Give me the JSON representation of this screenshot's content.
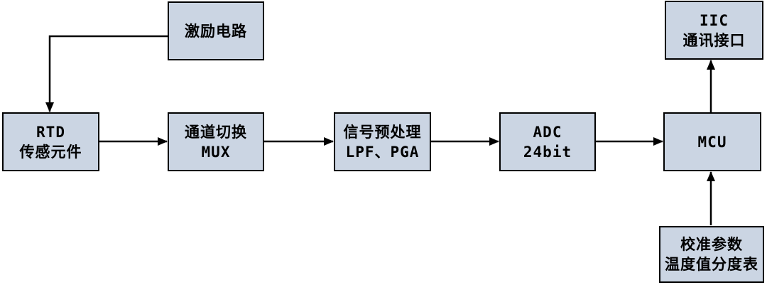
{
  "diagram": {
    "type": "block-diagram",
    "description": "RTD temperature measurement signal chain",
    "colors": {
      "background": "#ffffff",
      "block_fill": "#cbd5e3",
      "block_border": "#000000",
      "connector": "#000000"
    },
    "blocks": [
      {
        "id": "excitation-circuit",
        "lines": [
          "激励电路"
        ]
      },
      {
        "id": "rtd-sensor",
        "lines": [
          "RTD",
          "传感元件"
        ]
      },
      {
        "id": "channel-mux",
        "lines": [
          "通道切换",
          "MUX"
        ]
      },
      {
        "id": "signal-preprocess",
        "lines": [
          "信号预处理",
          "LPF、PGA"
        ]
      },
      {
        "id": "adc",
        "lines": [
          "ADC",
          "24bit"
        ]
      },
      {
        "id": "mcu",
        "lines": [
          "MCU"
        ]
      },
      {
        "id": "iic-interface",
        "lines": [
          "IIC",
          "通讯接口"
        ]
      },
      {
        "id": "calibration-table",
        "lines": [
          "校准参数",
          "温度值分度表"
        ]
      }
    ],
    "edges": [
      {
        "from": "excitation-circuit",
        "to": "rtd-sensor"
      },
      {
        "from": "rtd-sensor",
        "to": "channel-mux"
      },
      {
        "from": "channel-mux",
        "to": "signal-preprocess"
      },
      {
        "from": "signal-preprocess",
        "to": "adc"
      },
      {
        "from": "adc",
        "to": "mcu"
      },
      {
        "from": "mcu",
        "to": "iic-interface"
      },
      {
        "from": "calibration-table",
        "to": "mcu"
      }
    ]
  }
}
